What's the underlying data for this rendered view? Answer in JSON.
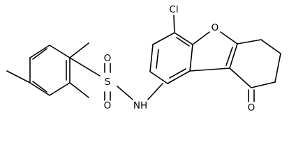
{
  "molecule": {
    "atoms": {
      "cl": "Cl",
      "o_ring": "O",
      "o_ketone": "O",
      "o_sulfonyl_top": "O",
      "o_sulfonyl_bottom": "O",
      "s": "S",
      "nh": "NH"
    }
  },
  "colors": {
    "bond": "#000000",
    "label": "#000000",
    "background": "#ffffff"
  }
}
